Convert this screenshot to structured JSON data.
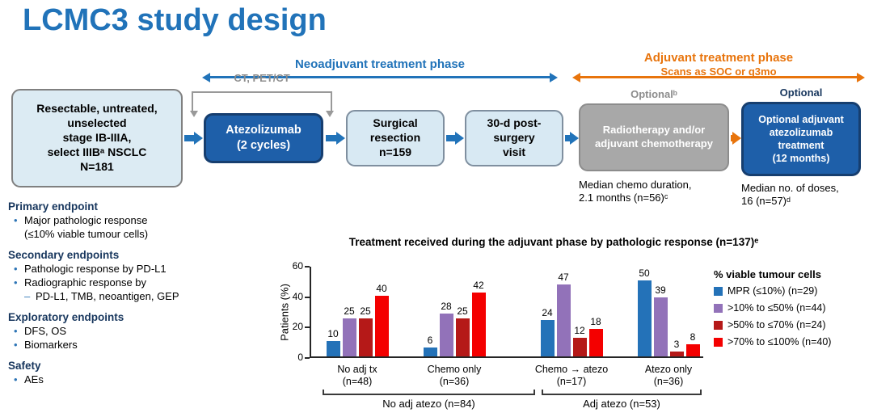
{
  "title": "LCMC3 study design",
  "phases": {
    "neoadjuvant_label": "Neoadjuvant treatment phase",
    "adjuvant_label": "Adjuvant treatment phase",
    "adjuvant_sub": "Scans as SOC or q3mo"
  },
  "flow": {
    "scan_label": "CT, PET/CT",
    "optional_gray_label": "Optionalᵇ",
    "optional_blue_label": "Optional",
    "boxes": [
      {
        "text": "Resectable, untreated,\nunselected\nstage IB-IIIA,\nselect IIIBᵃ NSCLC\nN=181"
      },
      {
        "text": "Atezolizumab\n(2 cycles)"
      },
      {
        "text": "Surgical\nresection\nn=159"
      },
      {
        "text": "30-d post-\nsurgery\nvisit"
      },
      {
        "text": "Radiotherapy and/or\nadjuvant chemotherapy"
      },
      {
        "text": "Optional adjuvant\natezolizumab\ntreatment\n(12 months)"
      }
    ],
    "median_chemo": "Median chemo duration,\n2.1 months (n=56)ᶜ",
    "median_doses": "Median no. of doses,\n16 (n=57)ᵈ"
  },
  "endpoints": {
    "items": [
      {
        "type": "heading",
        "text": "Primary endpoint"
      },
      {
        "type": "bullet",
        "text": "Major pathologic response"
      },
      {
        "type": "cont",
        "text": "(≤10% viable tumour cells)"
      },
      {
        "type": "heading",
        "text": "Secondary endpoints"
      },
      {
        "type": "bullet",
        "text": "Pathologic response by PD-L1"
      },
      {
        "type": "bullet",
        "text": "Radiographic response by"
      },
      {
        "type": "sub",
        "text": "PD-L1, TMB, neoantigen, GEP"
      },
      {
        "type": "heading",
        "text": "Exploratory endpoints"
      },
      {
        "type": "bullet",
        "text": "DFS, OS"
      },
      {
        "type": "bullet",
        "text": "Biomarkers"
      },
      {
        "type": "heading",
        "text": "Safety"
      },
      {
        "type": "bullet",
        "text": "AEs"
      }
    ]
  },
  "chart_data": {
    "type": "bar",
    "title": "Treatment received during the adjuvant phase by pathologic response (n=137)ᵉ",
    "ylabel": "Patients (%)",
    "xlabel": "",
    "ylim": [
      0,
      60
    ],
    "yticks": [
      0,
      20,
      40,
      60
    ],
    "grid": false,
    "legend_title": "% viable tumour cells",
    "legend_position": "right",
    "categories": [
      "No adj tx\n(n=48)",
      "Chemo only\n(n=36)",
      "Chemo → atezo\n(n=17)",
      "Atezo only\n(n=36)"
    ],
    "series": [
      {
        "name": "MPR (≤10%) (n=29)",
        "color": "#2472b8",
        "values": [
          10,
          6,
          24,
          50
        ]
      },
      {
        "name": ">10% to ≤50% (n=44)",
        "color": "#9272b9",
        "values": [
          25,
          28,
          47,
          39
        ]
      },
      {
        "name": ">50% to ≤70% (n=24)",
        "color": "#b51918",
        "values": [
          25,
          25,
          12,
          3
        ]
      },
      {
        "name": ">70% to ≤100% (n=40)",
        "color": "#f40000",
        "values": [
          40,
          42,
          18,
          8
        ]
      }
    ],
    "group_brackets": [
      {
        "label": "No adj atezo (n=84)",
        "from": 0,
        "to": 1
      },
      {
        "label": "Adj atezo (n=53)",
        "from": 2,
        "to": 3
      }
    ]
  }
}
